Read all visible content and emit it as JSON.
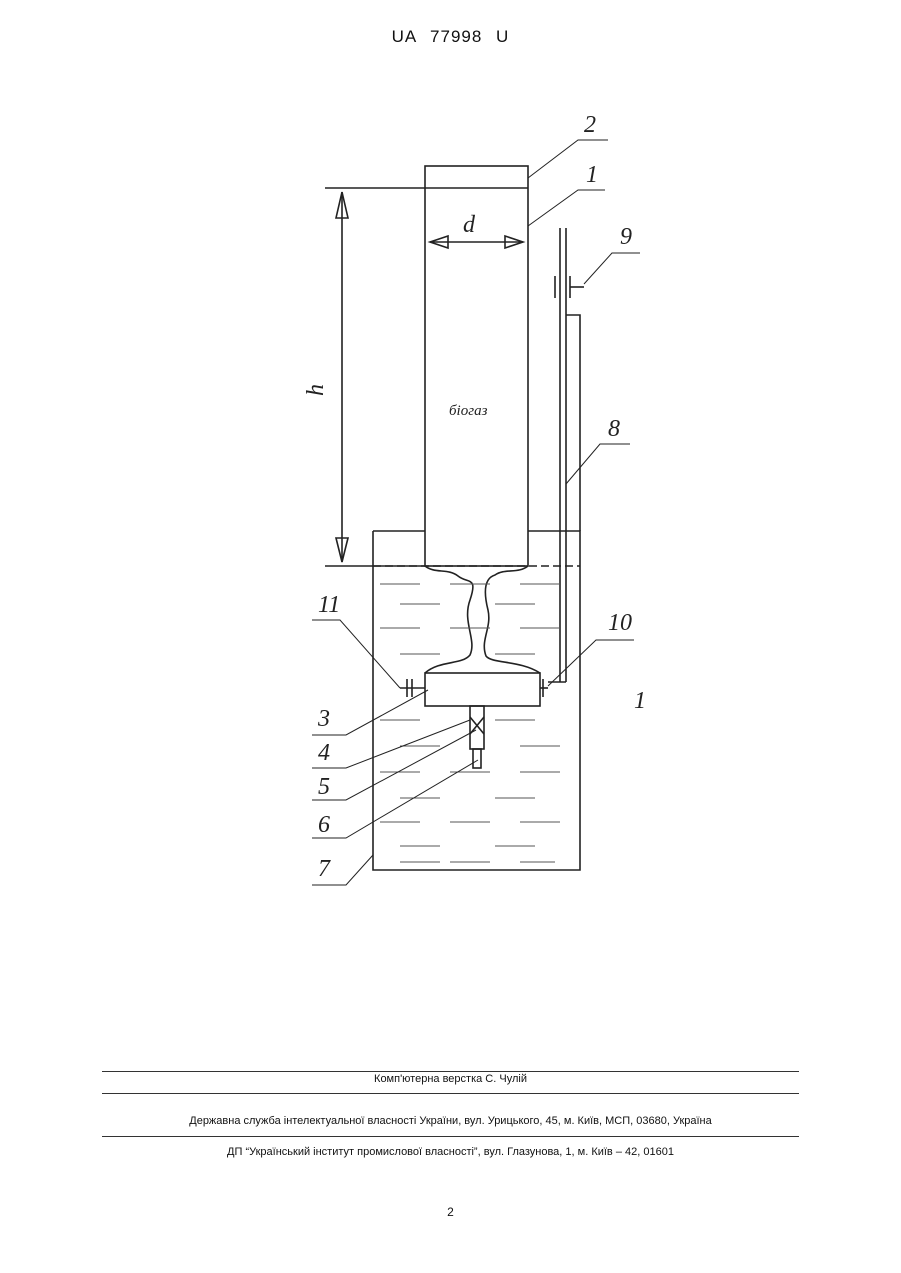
{
  "header": {
    "patent_number": "UA   77998   U"
  },
  "figure": {
    "labels": {
      "l1_top": "1",
      "l2": "2",
      "l3": "3",
      "l4": "4",
      "l5": "5",
      "l6": "6",
      "l7": "7",
      "l8": "8",
      "l9": "9",
      "l10": "10",
      "l11": "11",
      "l1_right": "1",
      "d": "d",
      "h": "h",
      "biogas": "біогаз"
    }
  },
  "footer": {
    "typesetting": "Комп'ютерна верстка С. Чулій",
    "agency": "Державна служба інтелектуальної власності України, вул. Урицького, 45, м. Київ, МСП, 03680, Україна",
    "institute": "ДП “Український інститут промислової власності”, вул. Глазунова, 1, м. Київ – 42, 01601"
  },
  "page_number": "2"
}
